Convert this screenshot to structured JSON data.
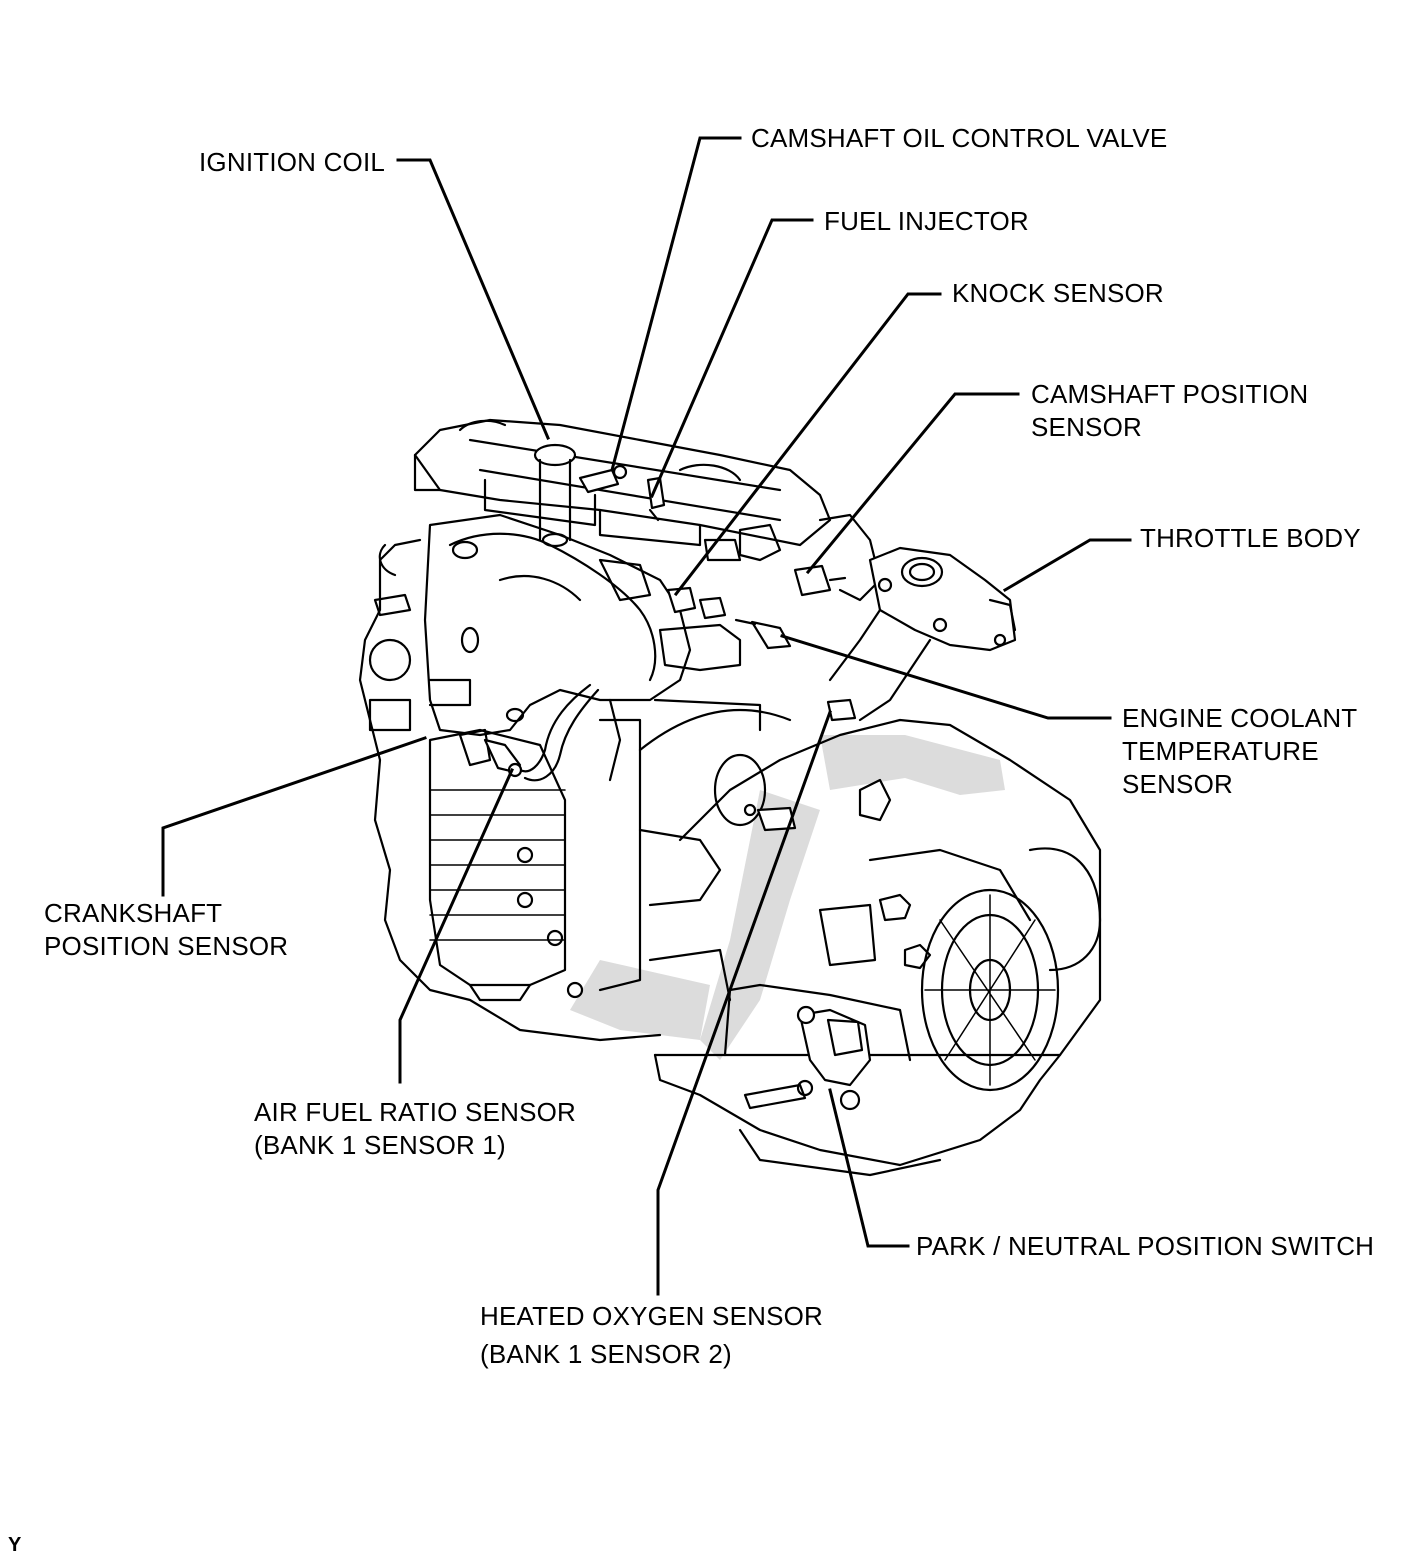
{
  "labels": {
    "ignition_coil": "IGNITION COIL",
    "camshaft_oil_control_valve": "CAMSHAFT OIL CONTROL VALVE",
    "fuel_injector": "FUEL INJECTOR",
    "knock_sensor": "KNOCK SENSOR",
    "camshaft_position_sensor": [
      "CAMSHAFT POSITION",
      "SENSOR"
    ],
    "throttle_body": "THROTTLE BODY",
    "engine_coolant_temperature_sensor": [
      "ENGINE COOLANT",
      "TEMPERATURE",
      "SENSOR"
    ],
    "crankshaft_position_sensor": [
      "CRANKSHAFT",
      "POSITION SENSOR"
    ],
    "air_fuel_ratio_sensor": [
      "AIR FUEL RATIO SENSOR",
      "(BANK 1 SENSOR 1)"
    ],
    "park_neutral_position_switch": "PARK / NEUTRAL POSITION SWITCH",
    "heated_oxygen_sensor": [
      "HEATED OXYGEN SENSOR",
      "(BANK 1 SENSOR 2)"
    ]
  },
  "corner_mark": "Y"
}
